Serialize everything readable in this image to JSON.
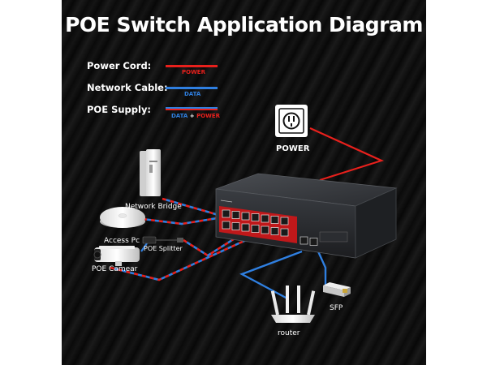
{
  "title": "POE Switch Application Diagram",
  "legend": {
    "power_cord": {
      "label": "Power Cord:",
      "tag": "POWER"
    },
    "network_cable": {
      "label": "Network Cable:",
      "tag": "DATA"
    },
    "poe_supply": {
      "label": "POE Supply:",
      "tag_data": "DATA",
      "tag_plus": "+",
      "tag_power": "POWER"
    }
  },
  "devices": {
    "power": "POWER",
    "network_bridge": "Network Bridge",
    "access_pc": "Access Pc",
    "poe_splitter": "POE Splitter",
    "poe_camera": "POE Camear",
    "router": "router",
    "sfp": "SFP"
  },
  "colors": {
    "power": "#e8201c",
    "data": "#2f7fe0",
    "background": "#0d0d0d",
    "text": "#ffffff"
  }
}
